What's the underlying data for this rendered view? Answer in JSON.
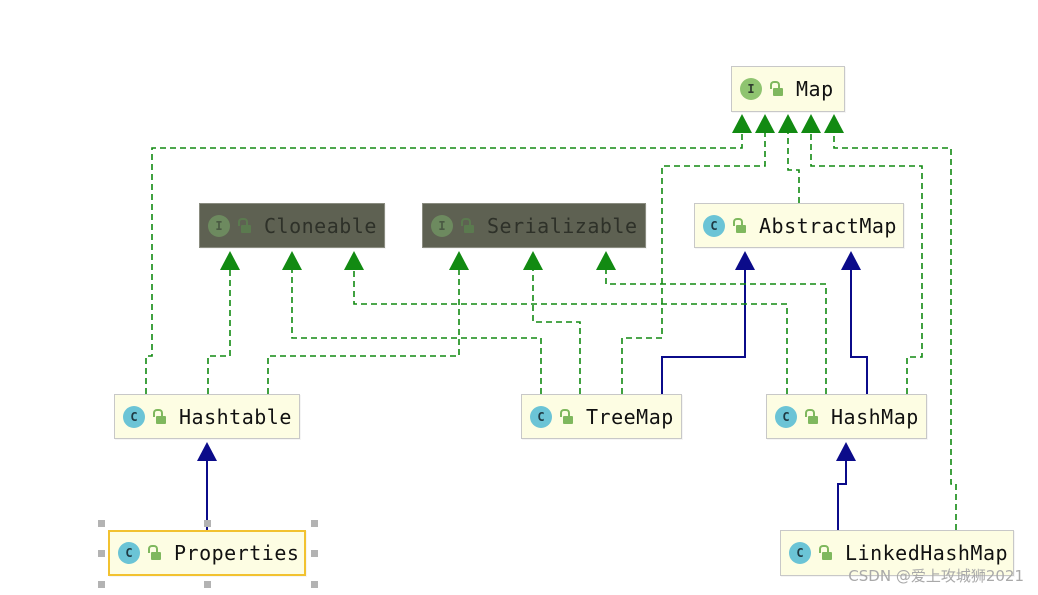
{
  "diagram": {
    "nodes": [
      {
        "id": "Map",
        "label": "Map",
        "kind": "interface",
        "badge": "I"
      },
      {
        "id": "Cloneable",
        "label": "Cloneable",
        "kind": "interface",
        "badge": "I"
      },
      {
        "id": "Serializable",
        "label": "Serializable",
        "kind": "interface",
        "badge": "I"
      },
      {
        "id": "AbstractMap",
        "label": "AbstractMap",
        "kind": "class",
        "badge": "C"
      },
      {
        "id": "Hashtable",
        "label": "Hashtable",
        "kind": "class",
        "badge": "C"
      },
      {
        "id": "TreeMap",
        "label": "TreeMap",
        "kind": "class",
        "badge": "C"
      },
      {
        "id": "HashMap",
        "label": "HashMap",
        "kind": "class",
        "badge": "C"
      },
      {
        "id": "Properties",
        "label": "Properties",
        "kind": "class",
        "badge": "C"
      },
      {
        "id": "LinkedHashMap",
        "label": "LinkedHashMap",
        "kind": "class",
        "badge": "C"
      }
    ],
    "edges": [
      {
        "from": "Hashtable",
        "to": "Map",
        "type": "implements"
      },
      {
        "from": "Hashtable",
        "to": "Cloneable",
        "type": "implements"
      },
      {
        "from": "Hashtable",
        "to": "Serializable",
        "type": "implements"
      },
      {
        "from": "TreeMap",
        "to": "Map",
        "type": "implements"
      },
      {
        "from": "TreeMap",
        "to": "Cloneable",
        "type": "implements"
      },
      {
        "from": "TreeMap",
        "to": "Serializable",
        "type": "implements"
      },
      {
        "from": "TreeMap",
        "to": "AbstractMap",
        "type": "extends"
      },
      {
        "from": "HashMap",
        "to": "Map",
        "type": "implements"
      },
      {
        "from": "HashMap",
        "to": "Cloneable",
        "type": "implements"
      },
      {
        "from": "HashMap",
        "to": "Serializable",
        "type": "implements"
      },
      {
        "from": "HashMap",
        "to": "AbstractMap",
        "type": "extends"
      },
      {
        "from": "AbstractMap",
        "to": "Map",
        "type": "implements"
      },
      {
        "from": "Properties",
        "to": "Hashtable",
        "type": "extends"
      },
      {
        "from": "LinkedHashMap",
        "to": "HashMap",
        "type": "extends"
      },
      {
        "from": "LinkedHashMap",
        "to": "Map",
        "type": "implements"
      }
    ],
    "selected": "Properties",
    "dimmed": [
      "Cloneable",
      "Serializable"
    ]
  },
  "colors": {
    "implements": "#128a12",
    "extends": "#0b0b8a",
    "interface_badge": "#8fc470",
    "class_badge": "#6bc4d6",
    "selection": "#f2c230"
  },
  "watermark": "CSDN @爱上攻城狮2021"
}
